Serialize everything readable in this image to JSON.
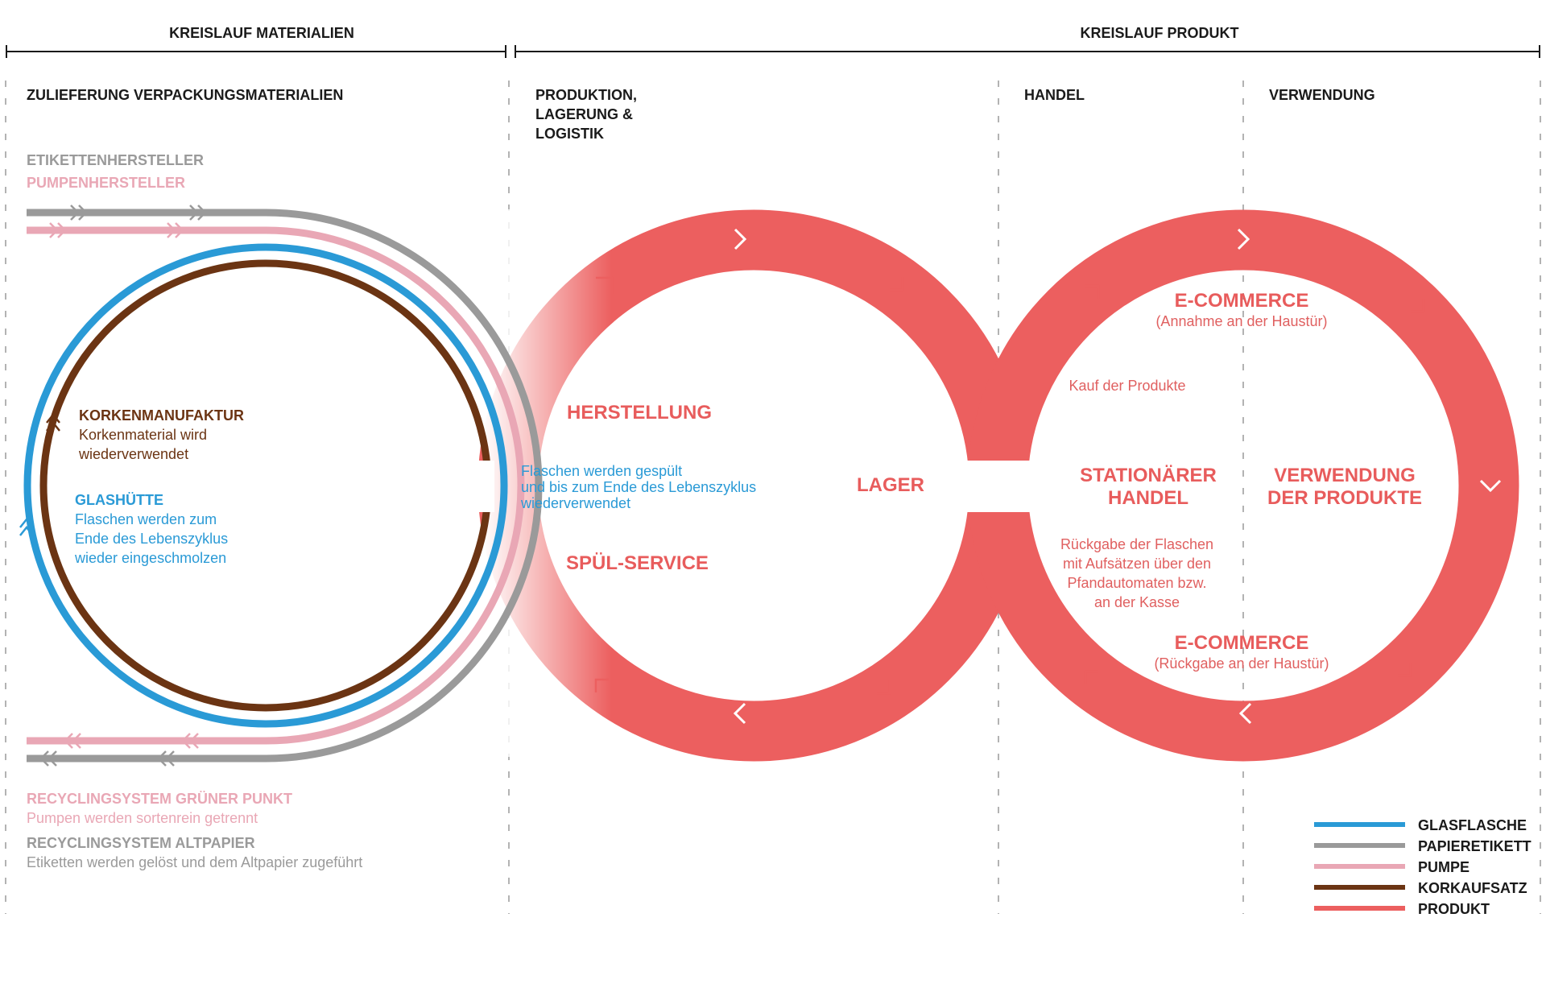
{
  "colors": {
    "glass": "#2a9ad6",
    "paper": "#9a9a9a",
    "pump": "#e9a7b5",
    "cork": "#6b3413",
    "product": "#ec5f5f",
    "text_dark": "#1a1a1a"
  },
  "headers": {
    "top_left": "KREISLAUF MATERIALIEN",
    "top_right": "KREISLAUF PRODUKT",
    "col1": "ZULIEFERUNG VERPACKUNGSMATERIALIEN",
    "col2_line1": "PRODUKTION,",
    "col2_line2": "LAGERUNG &",
    "col2_line3": "LOGISTIK",
    "col3": "HANDEL",
    "col4": "VERWENDUNG"
  },
  "suppliers": {
    "label_maker": "ETIKETTENHERSTELLER",
    "pump_maker": "PUMPENHERSTELLER"
  },
  "materials": {
    "cork_title": "KORKENMANUFAKTUR",
    "cork_line1": "Korkenmaterial wird",
    "cork_line2": "wiederverwendet",
    "glass_title": "GLASHÜTTE",
    "glass_line1": "Flaschen werden zum",
    "glass_line2": "Ende des Lebenszyklus",
    "glass_line3": "wieder eingeschmolzen"
  },
  "production": {
    "herstellung": "HERSTELLUNG",
    "spuel": "SPÜL-SERVICE",
    "lager": "LAGER",
    "rinse_line1": "Flaschen werden gespült",
    "rinse_line2": "und bis zum Ende des Lebenszyklus",
    "rinse_line3": "wiederverwendet"
  },
  "trade": {
    "ecom_top_title": "E-COMMERCE",
    "ecom_top_sub": "(Annahme an der Haustür)",
    "kauf": "Kauf der Produkte",
    "stationaer_line1": "STATIONÄRER",
    "stationaer_line2": "HANDEL",
    "return_line1": "Rückgabe der Flaschen",
    "return_line2": "mit Aufsätzen über den",
    "return_line3": "Pfandautomaten bzw.",
    "return_line4": "an der Kasse",
    "ecom_bottom_title": "E-COMMERCE",
    "ecom_bottom_sub": "(Rückgabe an der Haustür)",
    "use_line1": "VERWENDUNG",
    "use_line2": "DER PRODUKTE"
  },
  "recycling": {
    "gruen_title": "RECYCLINGSYSTEM GRÜNER PUNKT",
    "gruen_text": "Pumpen werden sortenrein getrennt",
    "papier_title": "RECYCLINGSYSTEM ALTPAPIER",
    "papier_text": "Etiketten werden gelöst und dem Altpapier zugeführt"
  },
  "legend": [
    {
      "label": "GLASFLASCHE",
      "color": "#2a9ad6"
    },
    {
      "label": "PAPIERETIKETT",
      "color": "#9a9a9a"
    },
    {
      "label": "PUMPE",
      "color": "#e9a7b5"
    },
    {
      "label": "KORKAUFSATZ",
      "color": "#6b3413"
    },
    {
      "label": "PRODUKT",
      "color": "#ec5f5f"
    }
  ]
}
